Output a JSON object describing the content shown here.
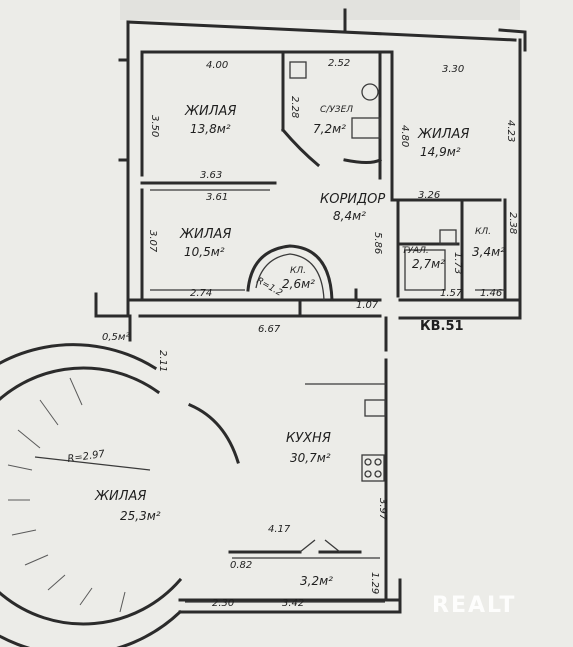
{
  "rooms": {
    "bedroom_nw": {
      "name": "ЖИЛАЯ",
      "area": "13,8м²"
    },
    "bathroom": {
      "name": "С/УЗЕЛ",
      "area": "7,2м²"
    },
    "bedroom_ne": {
      "name": "ЖИЛАЯ",
      "area": "14,9м²"
    },
    "corridor": {
      "name": "КОРИДОР",
      "area": "8,4м²"
    },
    "bedroom_w": {
      "name": "ЖИЛАЯ",
      "area": "10,5м²"
    },
    "closet": {
      "name": "КЛ.",
      "area": "2,6м²"
    },
    "toilet": {
      "name": "ТУАЛ.",
      "area": "2,7м²"
    },
    "pantry": {
      "name": "КЛ.",
      "area": "3,4м²"
    },
    "kitchen": {
      "name": "КУХНЯ",
      "area": "30,7м²"
    },
    "living": {
      "name": "ЖИЛАЯ",
      "area": "25,3м²"
    },
    "balcony": {
      "area": "3,2м²"
    },
    "niche": {
      "area": "0,5м²"
    }
  },
  "dimensions": {
    "d_400": "4.00",
    "d_252": "2.52",
    "d_330": "3.30",
    "d_350": "3.50",
    "d_228": "2.28",
    "d_480": "4.80",
    "d_423": "4.23",
    "d_363": "3.63",
    "d_361": "3.61",
    "d_326": "3.26",
    "d_307": "3.07",
    "d_586": "5.86",
    "d_238": "2.38",
    "d_274": "2.74",
    "d_107": "1.07",
    "d_157": "1.57",
    "d_146": "1.46",
    "d_173": "1.73",
    "d_667": "6.67",
    "d_211": "2.11",
    "d_397": "3.97",
    "d_417": "4.17",
    "d_082": "0.82",
    "d_129": "1.29",
    "d_230": "2.30",
    "d_342": "3.42",
    "radius": "R=2.97",
    "closet_r": "R=1.2"
  },
  "apartment_label": "КВ.51",
  "watermark": "REALT"
}
